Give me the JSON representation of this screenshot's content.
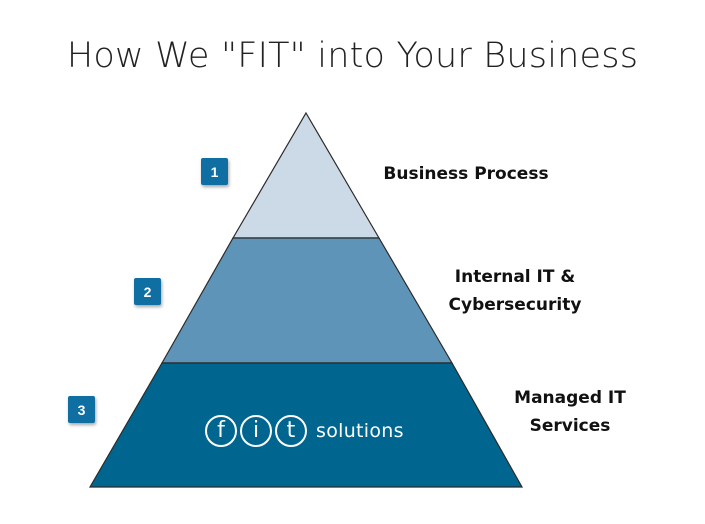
{
  "title": "How We \"FIT\" into Your Business",
  "tiers": [
    {
      "number": "1",
      "label": "Business Process",
      "color": "#cbdae6"
    },
    {
      "number": "2",
      "label_line1": "Internal IT &",
      "label_line2": "Cybersecurity",
      "color": "#5e94b8"
    },
    {
      "number": "3",
      "label_line1": "Managed IT",
      "label_line2": "Services",
      "color": "#00668f"
    }
  ],
  "badge_color": "#0f6fa3",
  "logo": {
    "letters": [
      "f",
      "i",
      "t"
    ],
    "word": "solutions"
  }
}
